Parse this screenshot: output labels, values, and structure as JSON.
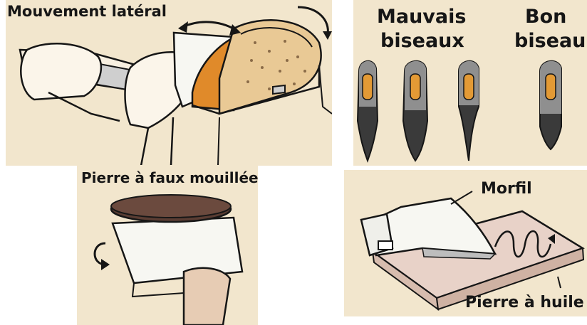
{
  "panels": {
    "lateral": {
      "label": "Mouvement latéral"
    },
    "bevels": {
      "bad_label_line1": "Mauvais",
      "bad_label_line2": "biseaux",
      "good_label_line1": "Bon",
      "good_label_line2": "biseau"
    },
    "wet_stone": {
      "label": "Pierre à faux mouillée"
    },
    "oil_stone": {
      "burr_label": "Morfil",
      "stone_label": "Pierre à huile"
    }
  },
  "colors": {
    "paper": "#f2e6cd",
    "ink": "#161616",
    "orange": "#e08a2a",
    "stone_tan": "#e9c995",
    "wet_stone": "#5a3d33",
    "oil_stone": "#e8d2c8",
    "blade_dark": "#3a3a3a"
  }
}
